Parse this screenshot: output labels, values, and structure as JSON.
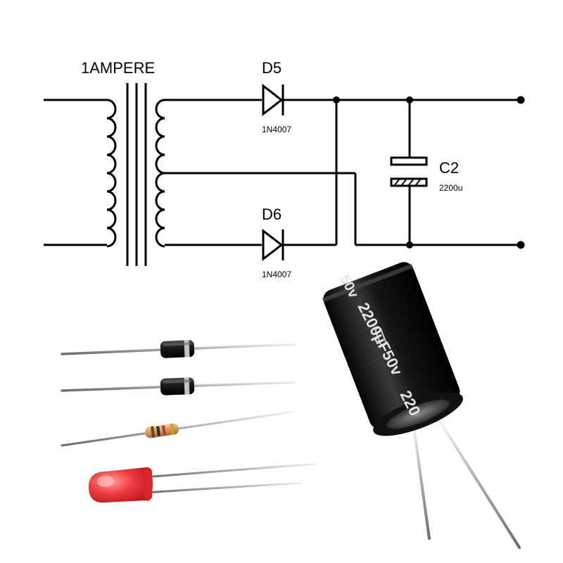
{
  "schematic": {
    "transformer": {
      "label": "1AMPERE"
    },
    "diode_top": {
      "designator": "D5",
      "part": "1N4007"
    },
    "diode_bottom": {
      "designator": "D6",
      "part": "1N4007"
    },
    "capacitor": {
      "designator": "C2",
      "value": "2200u"
    }
  },
  "photo": {
    "capacitor_print": "2200μF50v",
    "capacitor_print_top": "50v",
    "capacitor_print_side": "220",
    "items": [
      "diode",
      "diode",
      "resistor",
      "led",
      "electrolytic-capacitor"
    ],
    "colors": {
      "diode_body": "#1a1a1a",
      "diode_band": "#bdbdbd",
      "resistor_body": "#d8a873",
      "led": "#e8363a",
      "capacitor_sleeve": "#141414"
    }
  }
}
